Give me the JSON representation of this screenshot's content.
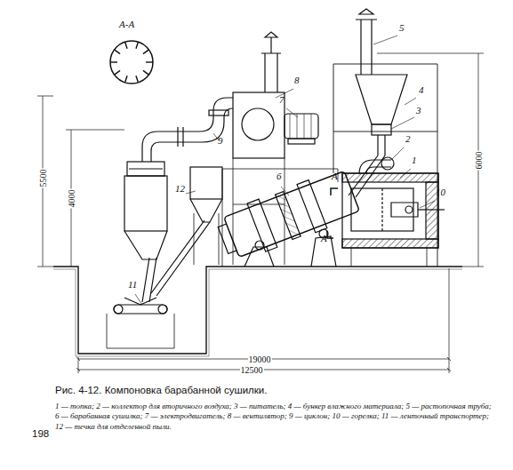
{
  "diagram": {
    "caption": "Рис. 4-12. Компоновка барабанной сушилки.",
    "labels": [
      "А-А",
      "5",
      "8",
      "4",
      "7",
      "9",
      "3",
      "2",
      "1",
      "6",
      "А",
      "10",
      "12",
      "А",
      "11",
      "5500",
      "4000",
      "6000",
      "19000",
      "12500",
      "1 — топка; 2 — коллектор для вторичного воздуха; 3 — питатель; 4 — бункер влажного материала; 5 — растопочная труба; 6 — барабанная сушилка; 7 — электродвигатель; 8 — вентилятор; 9 — циклон; 10 — горелка; 11 — ленточный транспортер; 12 — течка для отделенной пыли.",
      "198"
    ]
  }
}
